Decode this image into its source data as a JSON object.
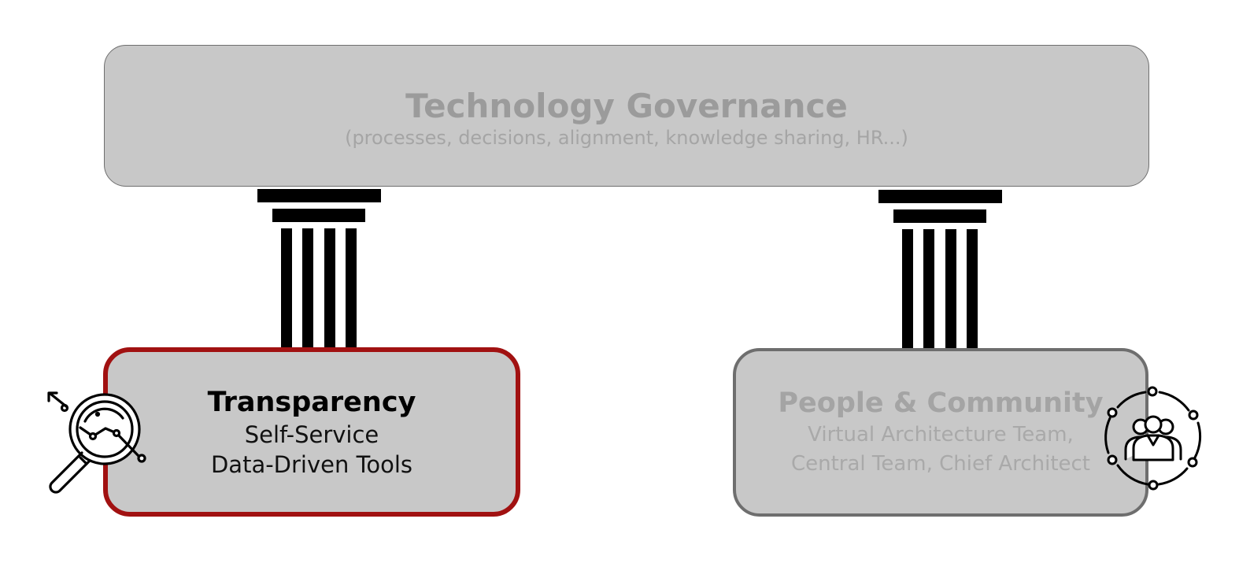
{
  "governance": {
    "title": "Technology Governance",
    "subtitle": "(processes, decisions, alignment, knowledge sharing, HR...)"
  },
  "transparency": {
    "title": "Transparency",
    "lines": [
      "Self-Service",
      "Data-Driven Tools"
    ],
    "icon": "magnifier-analytics-icon",
    "border_color": "#a11111"
  },
  "people": {
    "title": "People & Community",
    "lines": [
      "Virtual Architecture Team,",
      "Central Team, Chief Architect"
    ],
    "icon": "community-network-icon",
    "border_color": "#6e6e6e"
  },
  "colors": {
    "box_fill": "#c8c8c8",
    "pillar": "#000000"
  }
}
